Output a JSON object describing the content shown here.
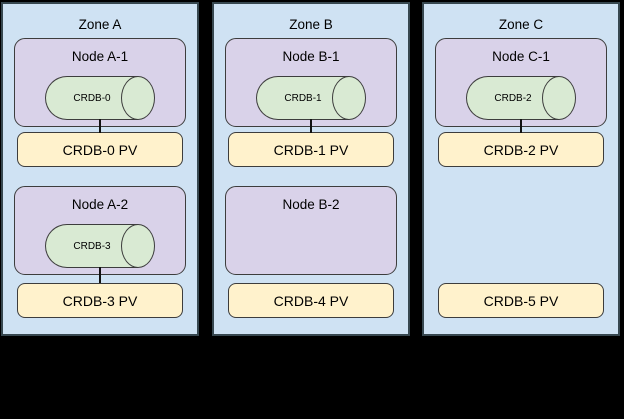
{
  "colors": {
    "page_bg": "#000000",
    "zone_fill": "#cfe2f3",
    "zone_border": "#37474f",
    "node_fill": "#d9d2e9",
    "pod_fill": "#d9ead3",
    "pv_fill": "#fff2cc",
    "shape_border": "#3d3d3d",
    "connector": "#111111"
  },
  "zones": [
    {
      "title": "Zone A",
      "rows": [
        {
          "node": "Node A-1",
          "pod": "CRDB-0",
          "pv": "CRDB-0 PV",
          "connected": true
        },
        {
          "node": "Node A-2",
          "pod": "CRDB-3",
          "pv": "CRDB-3 PV",
          "connected": true
        }
      ]
    },
    {
      "title": "Zone B",
      "rows": [
        {
          "node": "Node B-1",
          "pod": "CRDB-1",
          "pv": "CRDB-1 PV",
          "connected": true
        },
        {
          "node": "Node B-2",
          "pod": null,
          "pv": "CRDB-4 PV",
          "connected": false
        }
      ]
    },
    {
      "title": "Zone C",
      "rows": [
        {
          "node": "Node C-1",
          "pod": "CRDB-2",
          "pv": "CRDB-2 PV",
          "connected": true
        },
        {
          "node": null,
          "pod": null,
          "pv": "CRDB-5 PV",
          "connected": false
        }
      ]
    }
  ]
}
